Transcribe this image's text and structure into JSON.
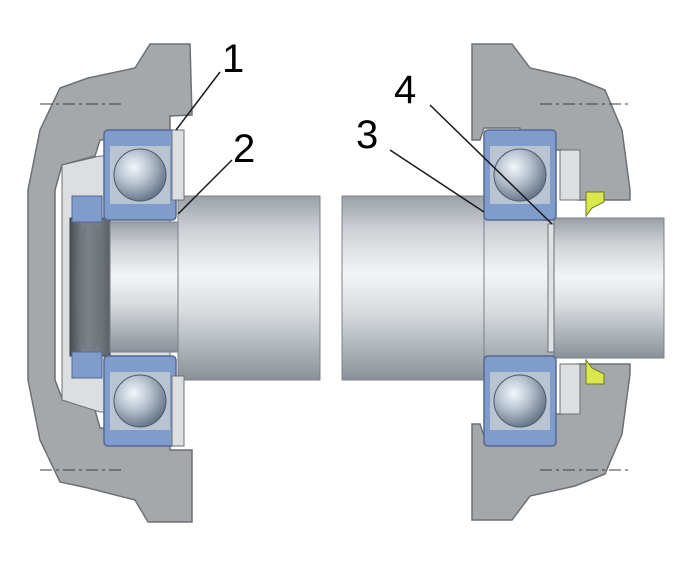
{
  "labels": {
    "l1": "1",
    "l2": "2",
    "l3": "3",
    "l4": "4"
  },
  "colors": {
    "housing": "#a4a8ab",
    "housing_edge": "#6d7175",
    "housing_dark": "#8c9094",
    "cavity": "#dcdee0",
    "bearing_ring": "#7f9ccc",
    "bearing_ring_edge": "#55698f",
    "ball_light": "#e9eef4",
    "ball_dark": "#6e7f94",
    "shaft_light": "#f1f3f5",
    "shaft_mid": "#c4c9ce",
    "shaft_dark": "#8e949b",
    "seal": "#d9e84a",
    "leader": "#1a1a1a"
  }
}
